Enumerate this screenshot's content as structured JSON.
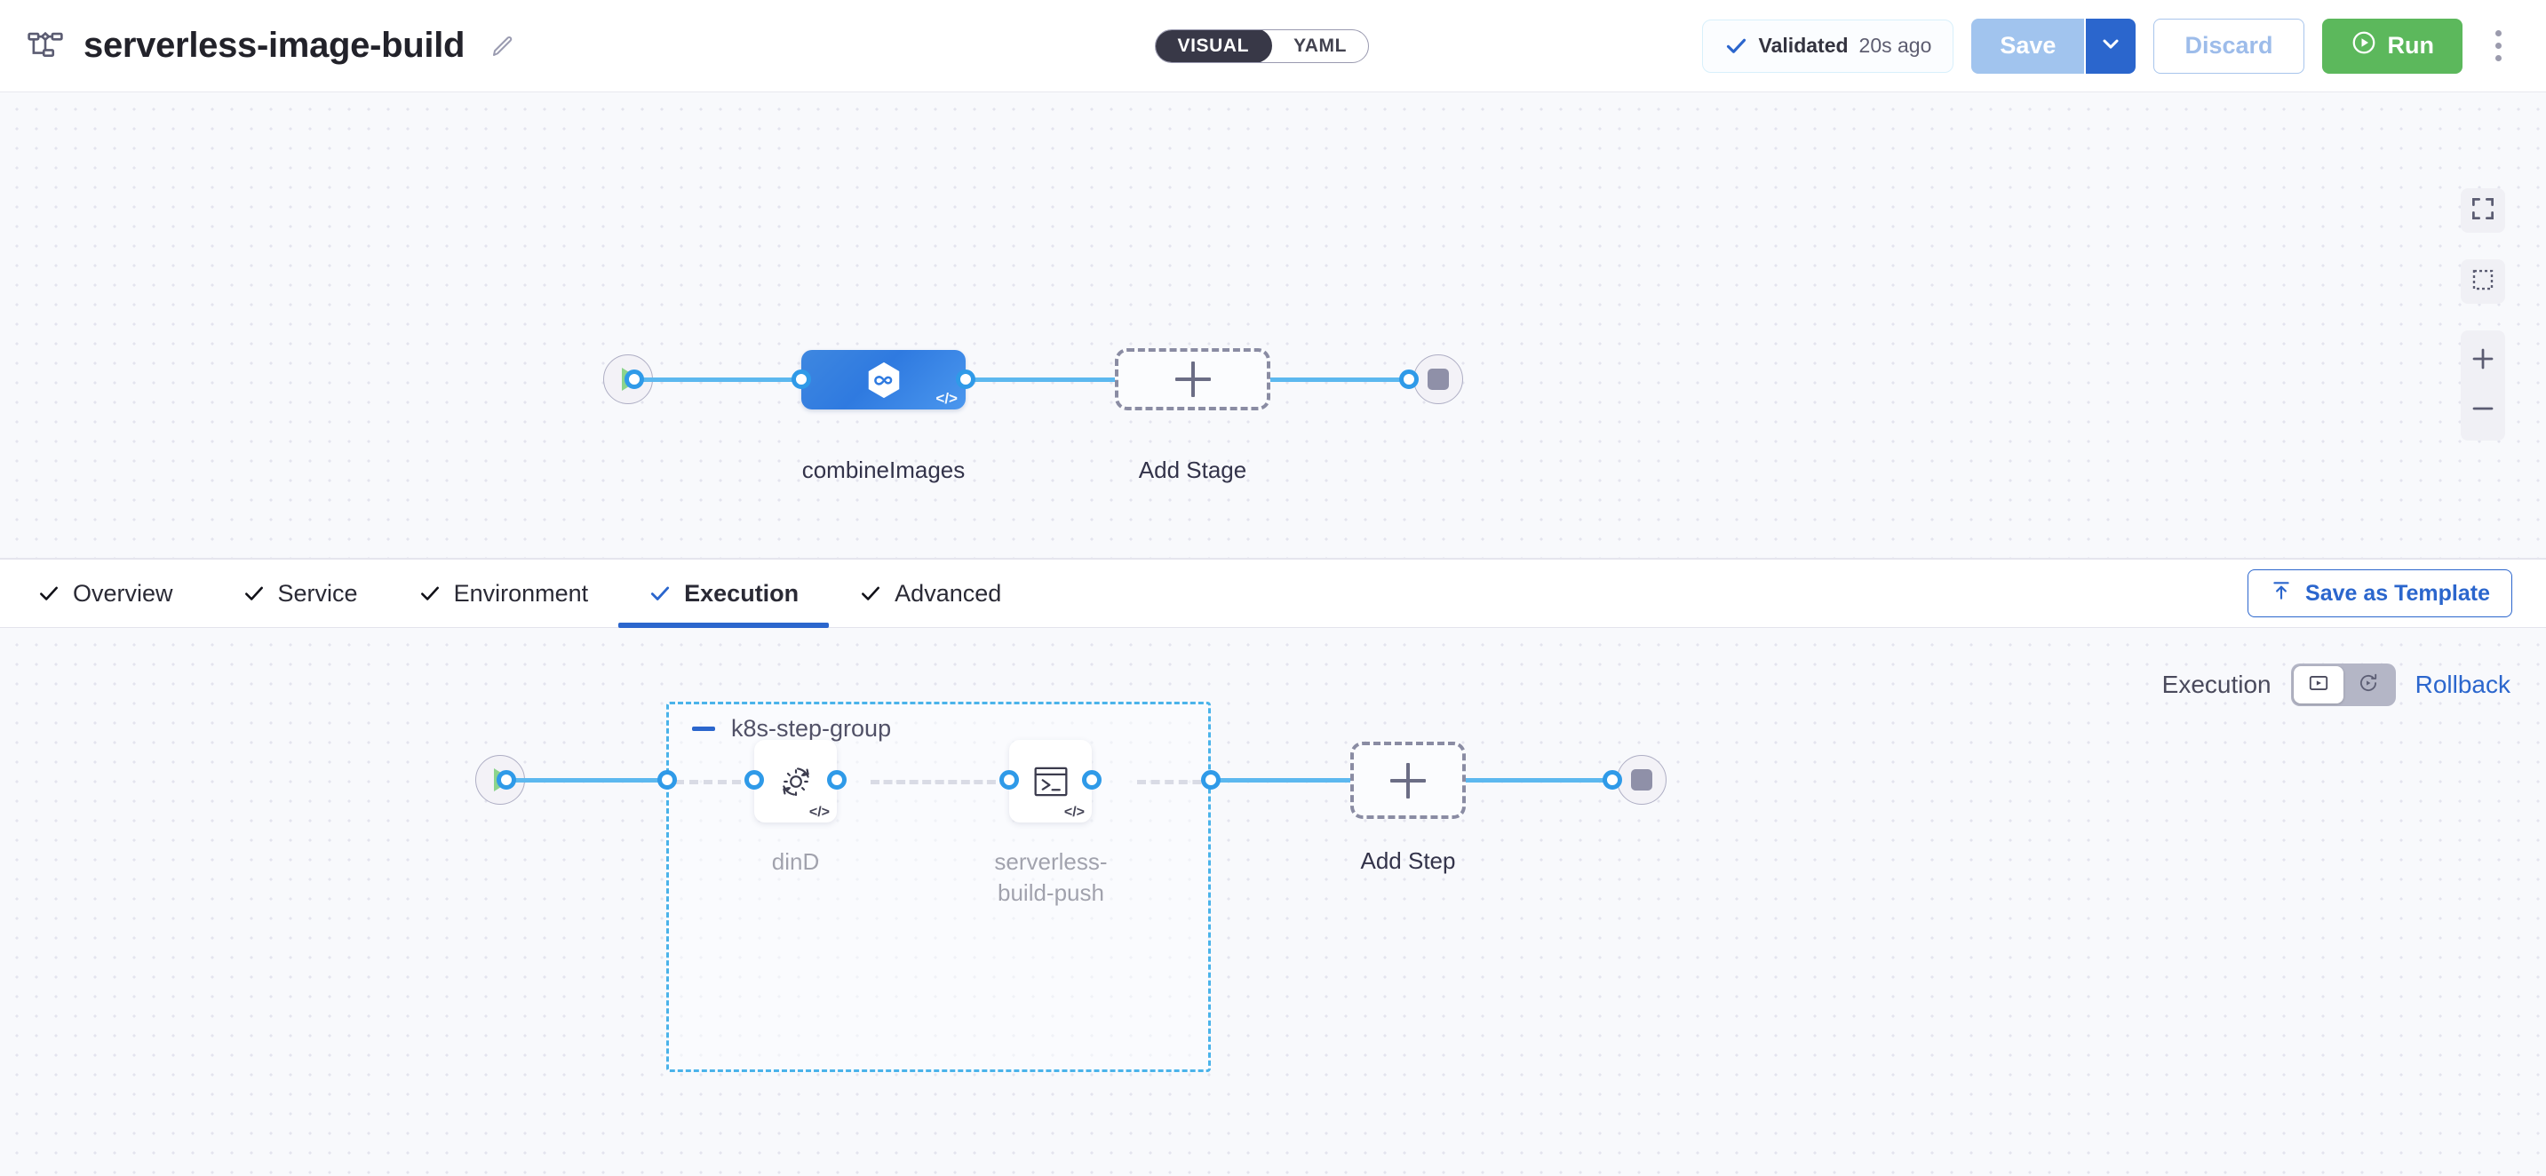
{
  "header": {
    "pipeline_icon": "pipeline-diagram-icon",
    "title": "serverless-image-build",
    "edit_icon": "pencil-edit-icon",
    "mode_toggle": {
      "visual_label": "VISUAL",
      "yaml_label": "YAML",
      "selected": "VISUAL"
    },
    "validation": {
      "icon": "check-icon",
      "label": "Validated",
      "time": "20s ago"
    },
    "save": {
      "label": "Save",
      "caret_icon": "chevron-down-icon"
    },
    "discard": {
      "label": "Discard"
    },
    "run": {
      "label": "Run",
      "icon": "play-circle-icon"
    },
    "more_menu": {
      "icon": "kebab-menu-icon"
    }
  },
  "stage_canvas": {
    "start_node": {
      "icon": "play-icon"
    },
    "end_node": {
      "icon": "stop-icon"
    },
    "stage": {
      "label": "combineImages",
      "icon": "ci-hexagon-infinity-icon",
      "badge": "</>"
    },
    "add_stage": {
      "label": "Add Stage",
      "icon": "plus-icon"
    },
    "controls": [
      {
        "name": "fit-to-screen",
        "icon": "fit-screen-icon"
      },
      {
        "name": "selection-box",
        "icon": "dashed-selection-icon"
      },
      {
        "name": "zoom-in",
        "icon": "plus-icon"
      },
      {
        "name": "zoom-out",
        "icon": "minus-icon"
      }
    ]
  },
  "tabbar": {
    "tabs": [
      {
        "label": "Overview",
        "icon": "check-icon",
        "active": false
      },
      {
        "label": "Service",
        "icon": "check-icon",
        "active": false
      },
      {
        "label": "Environment",
        "icon": "check-icon",
        "active": false
      },
      {
        "label": "Execution",
        "icon": "check-icon",
        "active": true
      },
      {
        "label": "Advanced",
        "icon": "check-icon",
        "active": false
      }
    ],
    "save_as_template": {
      "label": "Save as Template",
      "icon": "upload-template-icon"
    }
  },
  "step_canvas": {
    "exec_rollback": {
      "execution_label": "Execution",
      "rollback_label": "Rollback",
      "execution_icon": "execution-play-box-icon",
      "rollback_icon": "rollback-rotate-icon",
      "selected": "Execution"
    },
    "start_node": {
      "icon": "play-icon"
    },
    "end_node": {
      "icon": "stop-icon"
    },
    "step_group": {
      "title": "k8s-step-group",
      "collapse_icon": "minus-collapse-icon",
      "steps": [
        {
          "label": "dinD",
          "icon": "gear-sync-icon",
          "badge": "</>"
        },
        {
          "label": "serverless-\nbuild-push",
          "label_line1": "serverless-",
          "label_line2": "build-push",
          "icon": "terminal-icon",
          "badge": "</>"
        }
      ]
    },
    "add_step": {
      "label": "Add Step",
      "icon": "plus-icon"
    }
  },
  "colors": {
    "accent_blue": "#2b66cd",
    "link_blue": "#5cb8ef",
    "port_blue": "#2f9ae8",
    "run_green": "#5cb85c",
    "stage_blue": "#3e87e0",
    "group_border": "#4ab3ea",
    "canvas_bg": "#f8f9fc",
    "dark_chip": "#383847"
  }
}
